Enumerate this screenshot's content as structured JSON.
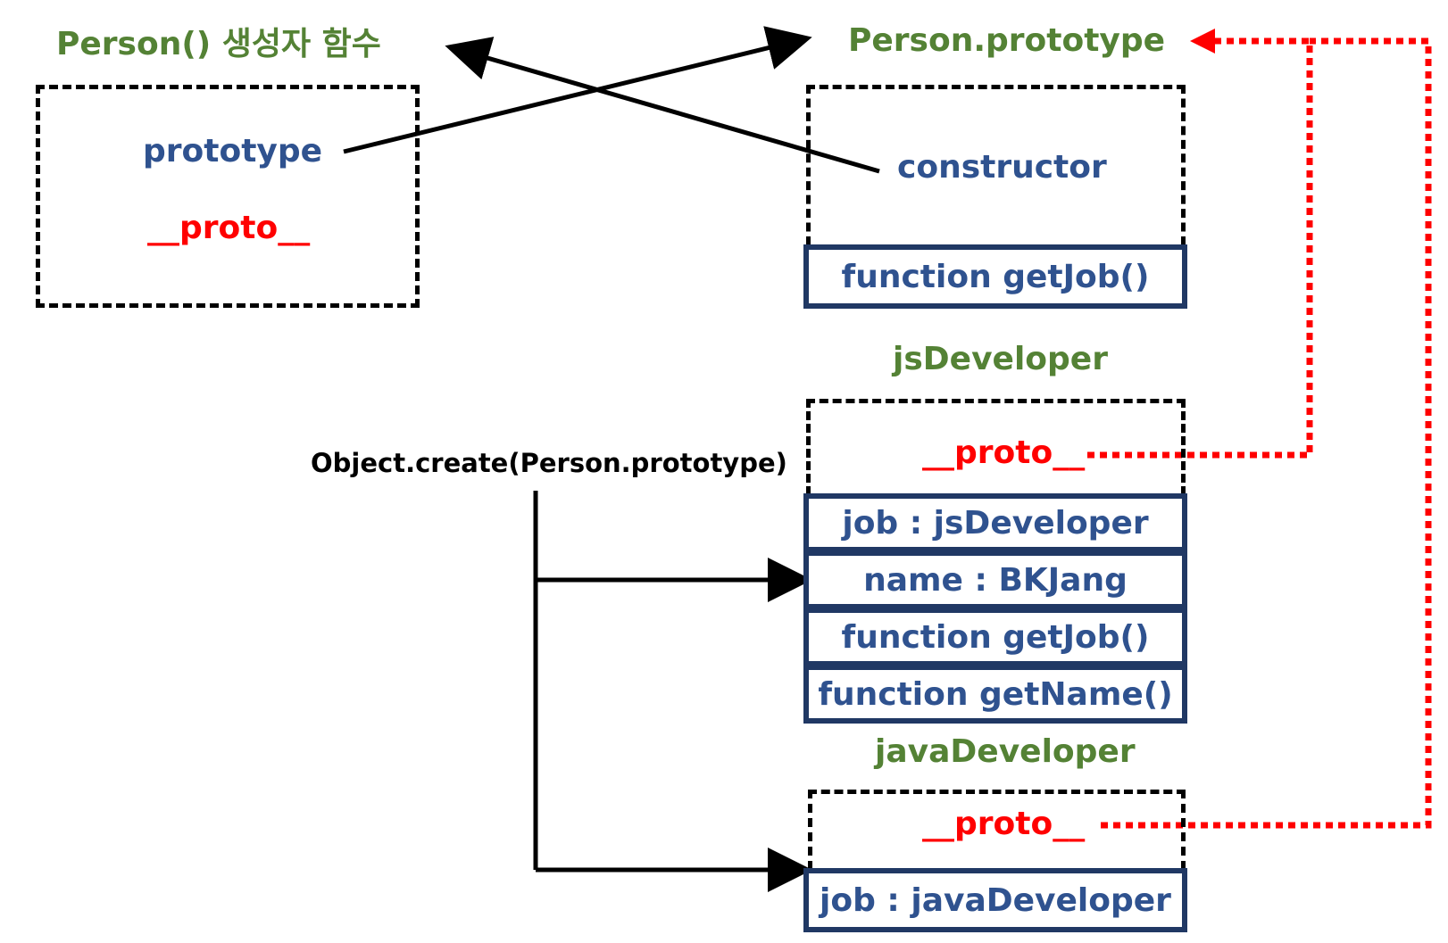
{
  "person_function": {
    "title": "Person() 생성자 함수",
    "prototype_label": "prototype",
    "proto_label": "__proto__"
  },
  "person_prototype": {
    "title": "Person.prototype",
    "constructor_label": "constructor",
    "method": "function getJob()"
  },
  "js_developer": {
    "title": "jsDeveloper",
    "proto_label": "__proto__",
    "fields": [
      "job : jsDeveloper",
      "name : BKJang",
      "function getJob()",
      "function getName()"
    ]
  },
  "java_developer": {
    "title": "javaDeveloper",
    "proto_label": "__proto__",
    "fields": [
      "job : javaDeveloper"
    ]
  },
  "create_call": "Object.create(Person.prototype)",
  "colors": {
    "title_green": "#548235",
    "text_blue": "#2f528f",
    "box_navy": "#203864",
    "proto_red": "#ff0000"
  }
}
